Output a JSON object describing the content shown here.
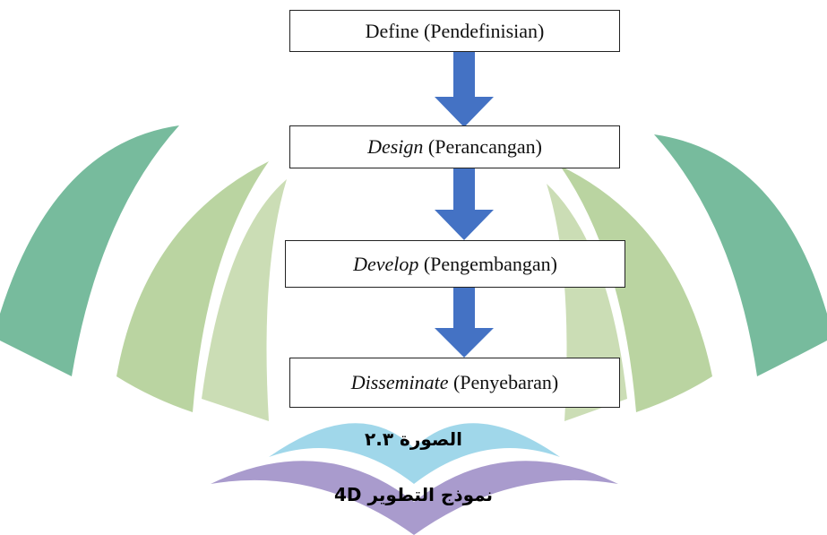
{
  "figure": {
    "colors": {
      "arrow": "#4472C4",
      "watermark_green_dark": "#4aa47c",
      "watermark_green_light": "#a9c98a",
      "watermark_blue": "#8fd0e6",
      "watermark_purple": "#9a8ac4"
    },
    "steps": [
      {
        "term": "Define",
        "detail": " (Pendefinisian)",
        "term_italic": false
      },
      {
        "term": "Design",
        "detail": " (Perancangan)",
        "term_italic": true
      },
      {
        "term": "Develop",
        "detail": " (Pengembangan)",
        "term_italic": true
      },
      {
        "term": "Disseminate",
        "detail": " (Penyebaran)",
        "term_italic": true
      }
    ],
    "caption": {
      "label": "الصورة ٢.٣",
      "title": "نموذج التطوير 4D"
    }
  }
}
